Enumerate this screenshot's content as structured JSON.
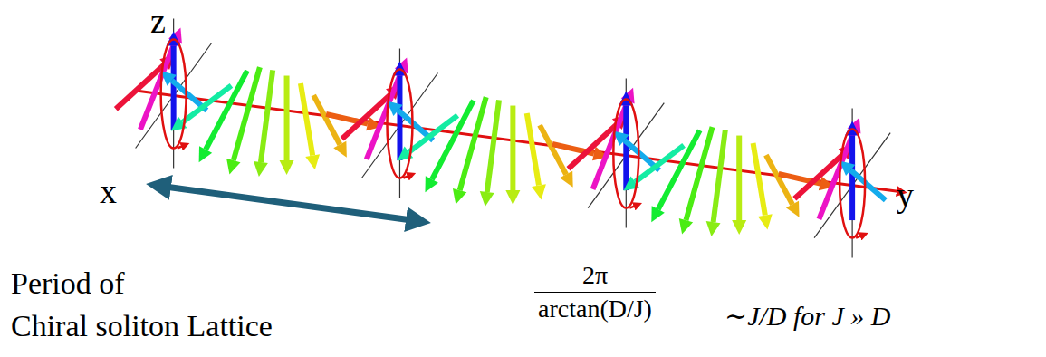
{
  "diagram": {
    "labels": [
      "z",
      "x",
      "y",
      "Period of",
      "Chiral soliton Lattice",
      "2π",
      "arctan(D/J)",
      "∼J/D for J » D"
    ]
  }
}
